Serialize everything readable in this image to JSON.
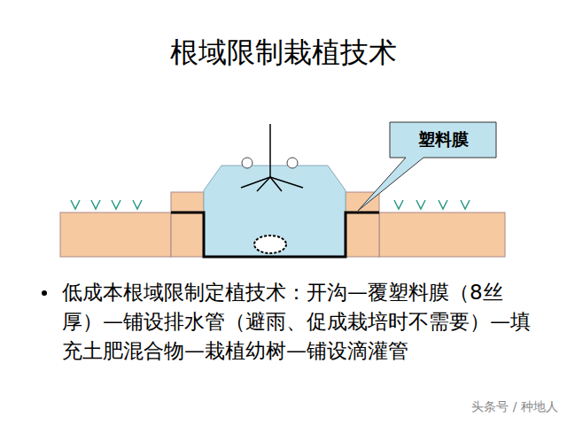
{
  "diagram": {
    "title": "根域限制栽植技术",
    "nodes": [
      {
        "text": [
          "塑料膜"
        ]
      }
    ],
    "labels": [
      "低成本根域限制定植技术：开沟—覆塑料膜（8丝厚）—铺设排水管（避雨、促成栽培时不需要）—填充土肥混合物—栽植幼树—铺设滴灌管",
      "头条号 / 种地人"
    ]
  }
}
